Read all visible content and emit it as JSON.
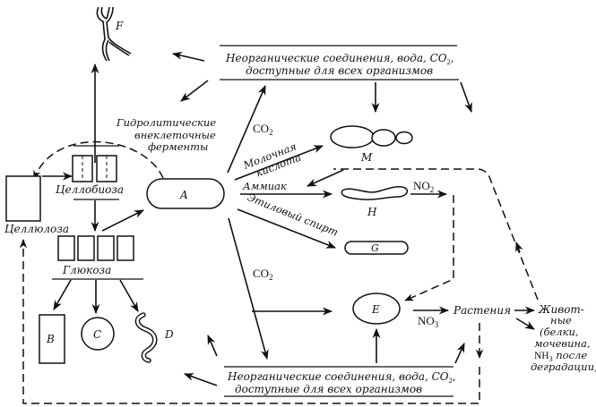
{
  "diagram": {
    "language": "ru",
    "nodes": {
      "top_pool": {
        "line1": "Неорганические соединения, вода, CO",
        "sub1": "2",
        "tail1": ",",
        "line2": "доступные для всех организмов"
      },
      "bottom_pool": {
        "line1": "Неорганические соединения, вода, CO",
        "sub1": "2",
        "tail1": ",",
        "line2": "доступные для всех организмов"
      },
      "enzymes": {
        "line1": "Гидролитические",
        "line2": "внеклеточные",
        "line3": "ферменты"
      },
      "cellulose": "Целлюлоза",
      "cellobiose": "Целлобиоза",
      "glucose": "Глюкоза",
      "plants": "Растения",
      "animals": {
        "line1": "Живот-",
        "line2": "ные",
        "line3": "(белки,",
        "line4": "мочевина,",
        "line5_nh": "NH",
        "line5_sub": "3",
        "line5_rest": " после",
        "line6": "деградации)"
      },
      "organisms": {
        "A": "A",
        "B": "B",
        "C": "C",
        "D": "D",
        "E": "E",
        "F": "F",
        "G": "G",
        "H": "H",
        "M": "M"
      }
    },
    "edges": {
      "co2_top": {
        "main": "CO",
        "sub": "2"
      },
      "co2_bottom": {
        "main": "CO",
        "sub": "2"
      },
      "lactic_acid": {
        "line1": "Молочная",
        "line2": "кислота"
      },
      "ammonia": "Аммиак",
      "ethanol": "Этиловый спирт",
      "no2": {
        "main": "NO",
        "sub": "2"
      },
      "no3": {
        "main": "NO",
        "sub": "3"
      }
    }
  }
}
